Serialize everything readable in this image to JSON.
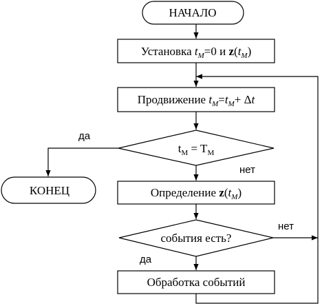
{
  "nodes": {
    "start": "НАЧАЛО",
    "init": {
      "pre": "Установка ",
      "t": "t",
      "M": "M",
      "eq": "=0 и ",
      "z": "z",
      "lp": "(",
      "rp": ")"
    },
    "advance": {
      "pre": "Продвижение ",
      "t": "t",
      "M": "M",
      "eq": "=",
      "plus": "+ Δ",
      "dt": "t"
    },
    "check_end": {
      "t": "t",
      "M": "M",
      "eq": " = T"
    },
    "end": "КОНЕЦ",
    "define": {
      "pre": "Определение ",
      "z": "z",
      "lp": "(",
      "t": "t",
      "M": "M",
      "rp": ")"
    },
    "check_events": "события есть?",
    "process": "Обработка событий"
  },
  "edge_labels": {
    "yes_end": "да",
    "no_end": "нет",
    "no_events": "нет",
    "yes_events": "да"
  }
}
